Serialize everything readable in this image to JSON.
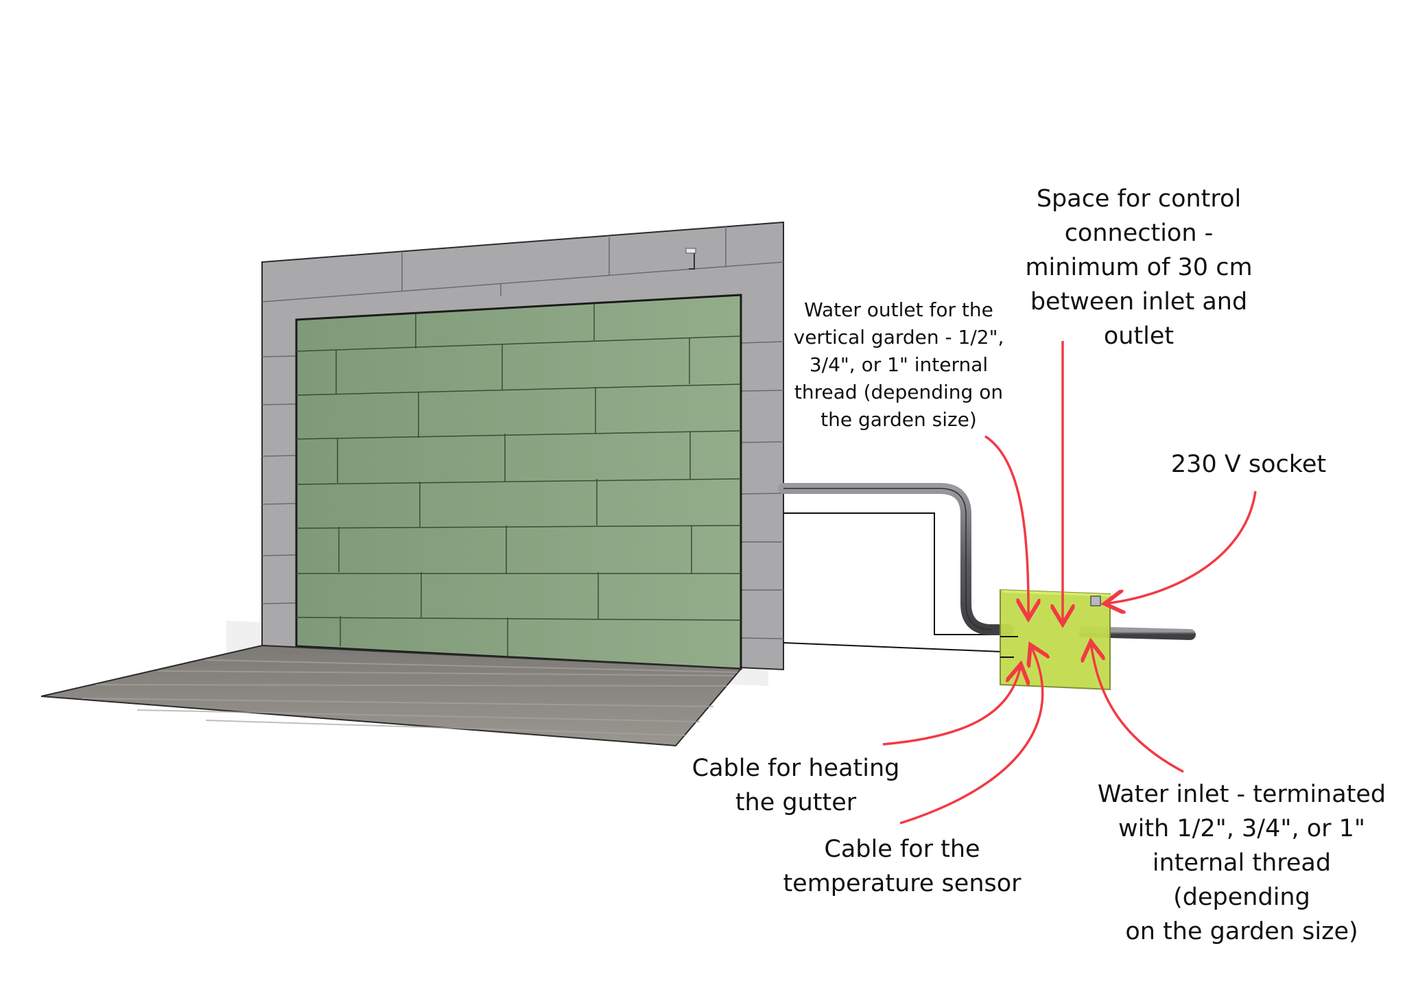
{
  "colors": {
    "wall_frame": "#a9a9ab",
    "garden_panel": "#8fab87",
    "floor": "#8c8984",
    "pipe": "#6f6f72",
    "control_box": "#c2dc4e",
    "arrow": "#f23a45",
    "socket": "#b8b8c0"
  },
  "icons": {
    "wall": "brick-wall-icon",
    "box": "junction-box-icon",
    "socket": "power-socket-icon"
  },
  "labels": {
    "control_space": "Space for control\nconnection -\nminimum of 30 cm\nbetween inlet and\noutlet",
    "water_outlet": "Water outlet for the\nvertical garden - 1/2\",\n3/4\", or 1\" internal\nthread (depending on\nthe garden size)",
    "socket": "230 V socket",
    "heating_cable": "Cable for heating\nthe gutter",
    "temperature_cable": "Cable for the\ntemperature sensor",
    "water_inlet": "Water inlet - terminated\nwith 1/2\", 3/4\", or 1\"\ninternal thread (depending\non the garden size)"
  }
}
